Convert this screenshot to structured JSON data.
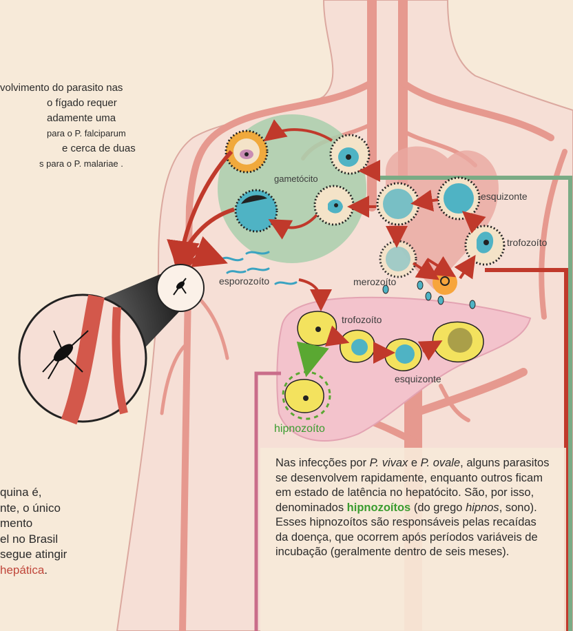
{
  "intro": {
    "line1": "volvimento do parasito nas",
    "line2": "o fígado requer",
    "line3": "adamente uma",
    "line4": "para o P. falciparum",
    "line5": "e cerca de duas",
    "line6": "s para o P. malariae ."
  },
  "primaquina": {
    "line1": "quina é,",
    "line2": "nte, o único",
    "line3": "mento",
    "line4": "el no Brasil",
    "line5": "segue atingir",
    "line6": "hepática",
    "line6_end": "."
  },
  "labels": {
    "gametocito": "gametócito",
    "esquizonte_top": "esquizonte",
    "trofozoito_top": "trofozoíto",
    "merozoito": "merozoíto",
    "esporozoito": "esporozoíto",
    "trofozoito_liver": "trofozoíto",
    "esquizonte_liver": "esquizonte",
    "hipnozoito": "hipnozoíto"
  },
  "info": {
    "p1": "Nas infecções por ",
    "vivax": "P. vivax",
    "p2": " e ",
    "ovale": "P. ovale",
    "p3": ", alguns parasitos se desenvolvem rapidamente, enquanto outros ficam em estado de latência no hepatócito. São, por isso, denominados ",
    "hipno": "hipnozoítos",
    "p4": " (do grego ",
    "hipnos": "hipnos",
    "p5": ", sono). Esses hipnozoítos são responsáveis pelas recaídas da doença, que ocorrem após períodos variáveis de incubação (geralmente dentro de seis meses)."
  },
  "colors": {
    "background": "#f7ead9",
    "vessel": "#e8a39c",
    "arrow": "#c0392b",
    "green_circle": "#a9cfad",
    "liver": "#f3c3cc",
    "green_frame": "#7aab85",
    "red_frame": "#c0392b",
    "pink_frame": "#c96d8a",
    "hipno_green": "#3a9c2f"
  }
}
